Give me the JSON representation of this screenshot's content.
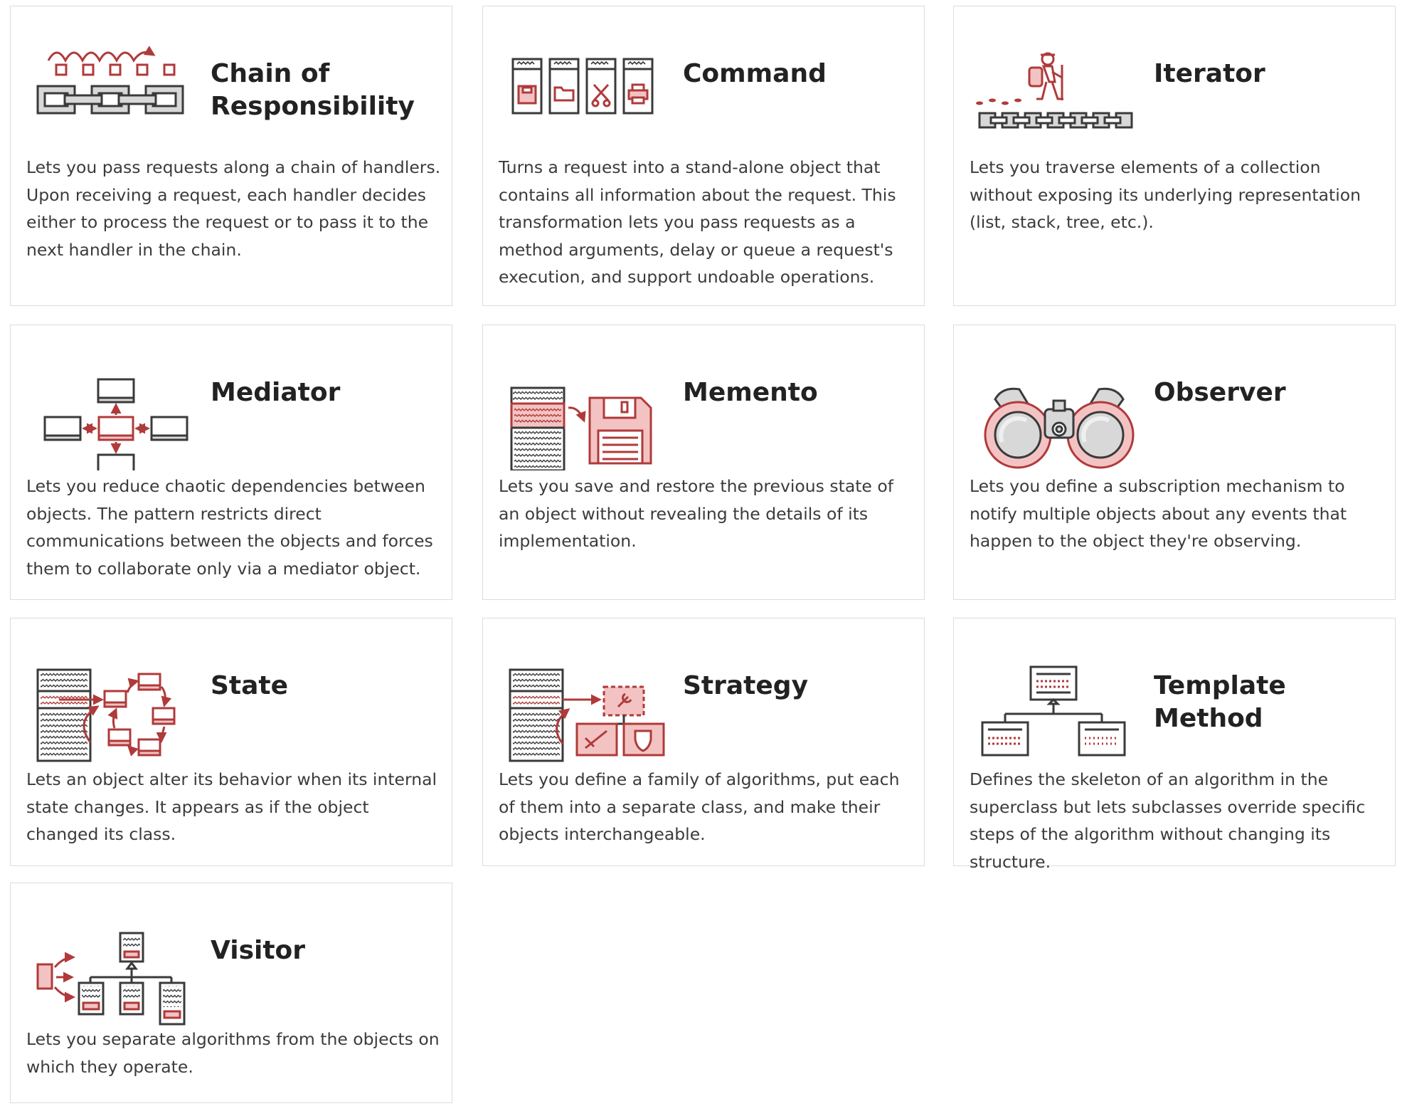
{
  "accent_color": "#b03a3a",
  "patterns": [
    {
      "name": "Chain of Responsibility",
      "icon": "chain-icon",
      "description": "Lets you pass requests along a chain of handlers. Upon receiving a request, each handler decides either to process the request or to pass it to the next handler in the chain."
    },
    {
      "name": "Command",
      "icon": "command-files-icon",
      "description": "Turns a request into a stand-alone object that contains all information about the request. This transformation lets you pass requests as a method arguments, delay or queue a request's execution, and support undoable operations."
    },
    {
      "name": "Iterator",
      "icon": "hiker-icon",
      "description": "Lets you traverse elements of a collection without exposing its underlying representation (list, stack, tree, etc.)."
    },
    {
      "name": "Mediator",
      "icon": "mediator-hub-icon",
      "description": "Lets you reduce chaotic dependencies between objects. The pattern restricts direct communications between the objects and forces them to collaborate only via a mediator object."
    },
    {
      "name": "Memento",
      "icon": "floppy-disk-icon",
      "description": "Lets you save and restore the previous state of an object without revealing the details of its implementation."
    },
    {
      "name": "Observer",
      "icon": "binoculars-icon",
      "description": "Lets you define a subscription mechanism to notify multiple objects about any events that happen to the object they're observing."
    },
    {
      "name": "State",
      "icon": "state-cycle-icon",
      "description": "Lets an object alter its behavior when its internal state changes. It appears as if the object changed its class."
    },
    {
      "name": "Strategy",
      "icon": "strategy-tools-icon",
      "description": "Lets you define a family of algorithms, put each of them into a separate class, and make their objects interchangeable."
    },
    {
      "name": "Template Method",
      "icon": "template-tree-icon",
      "description": "Defines the skeleton of an algorithm in the superclass but lets subclasses override specific steps of the algorithm without changing its structure."
    },
    {
      "name": "Visitor",
      "icon": "visitor-arrows-icon",
      "description": "Lets you separate algorithms from the objects on which they operate."
    }
  ]
}
